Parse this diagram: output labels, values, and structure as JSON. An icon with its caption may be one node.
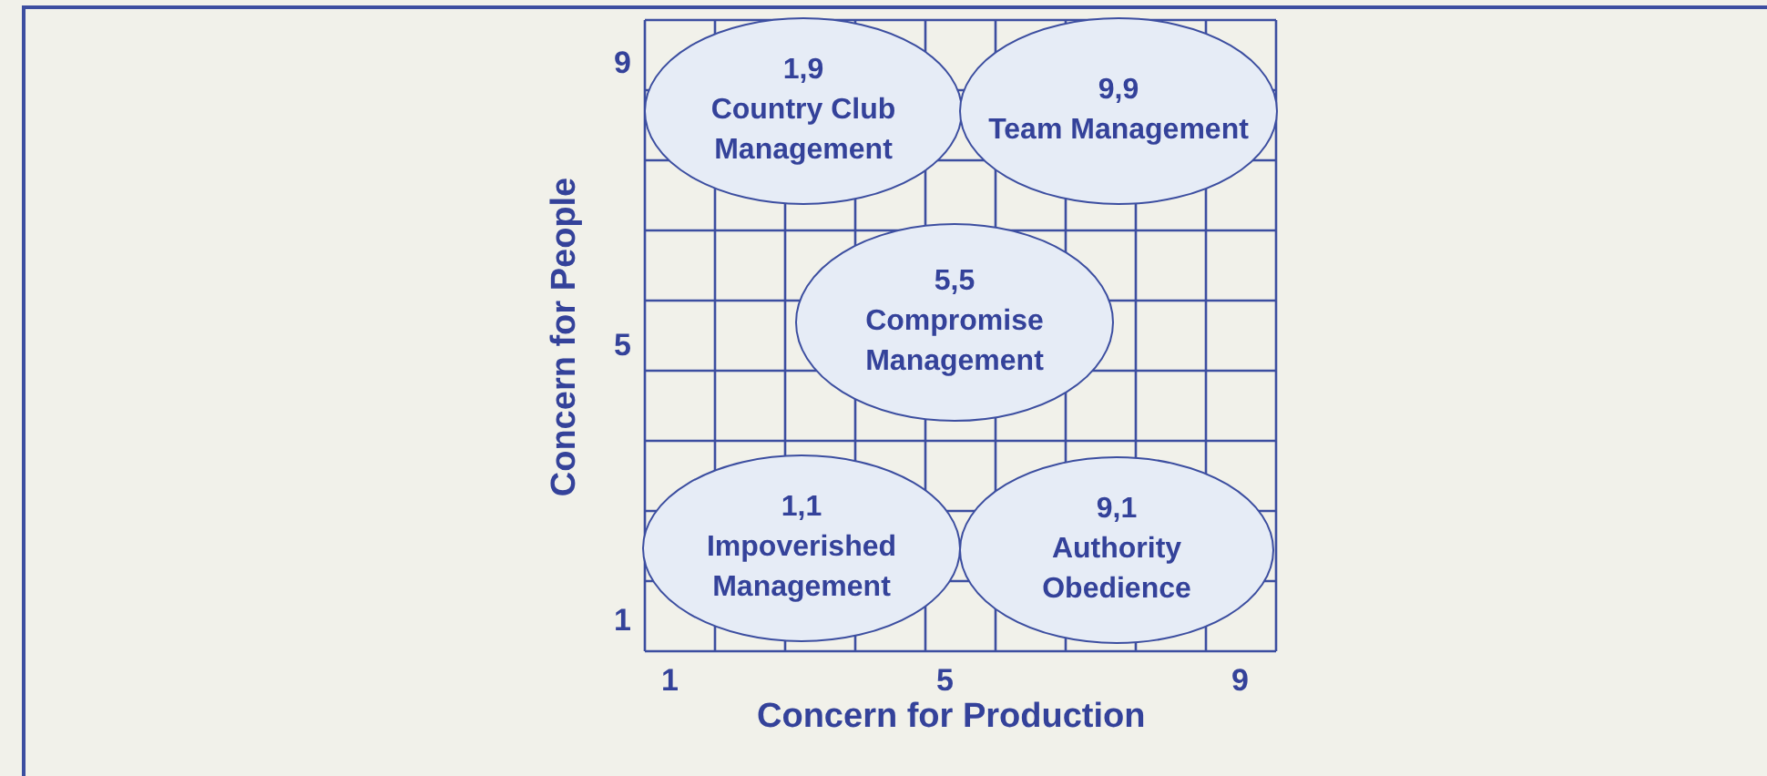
{
  "diagram": {
    "nodes": [
      {
        "text": [
          "1,9",
          "Country Club Management"
        ]
      },
      {
        "text": [
          "9,9",
          "Team Management"
        ]
      },
      {
        "text": [
          "5,5",
          "Compromise Management"
        ]
      },
      {
        "text": [
          "1,1",
          "Impoverished Management"
        ]
      },
      {
        "text": [
          "9,1",
          "Authority Obedience"
        ]
      }
    ],
    "labels": [
      "9",
      "5",
      "1",
      "Concern for People",
      "1",
      "5",
      "9",
      "Concern for Production"
    ]
  }
}
